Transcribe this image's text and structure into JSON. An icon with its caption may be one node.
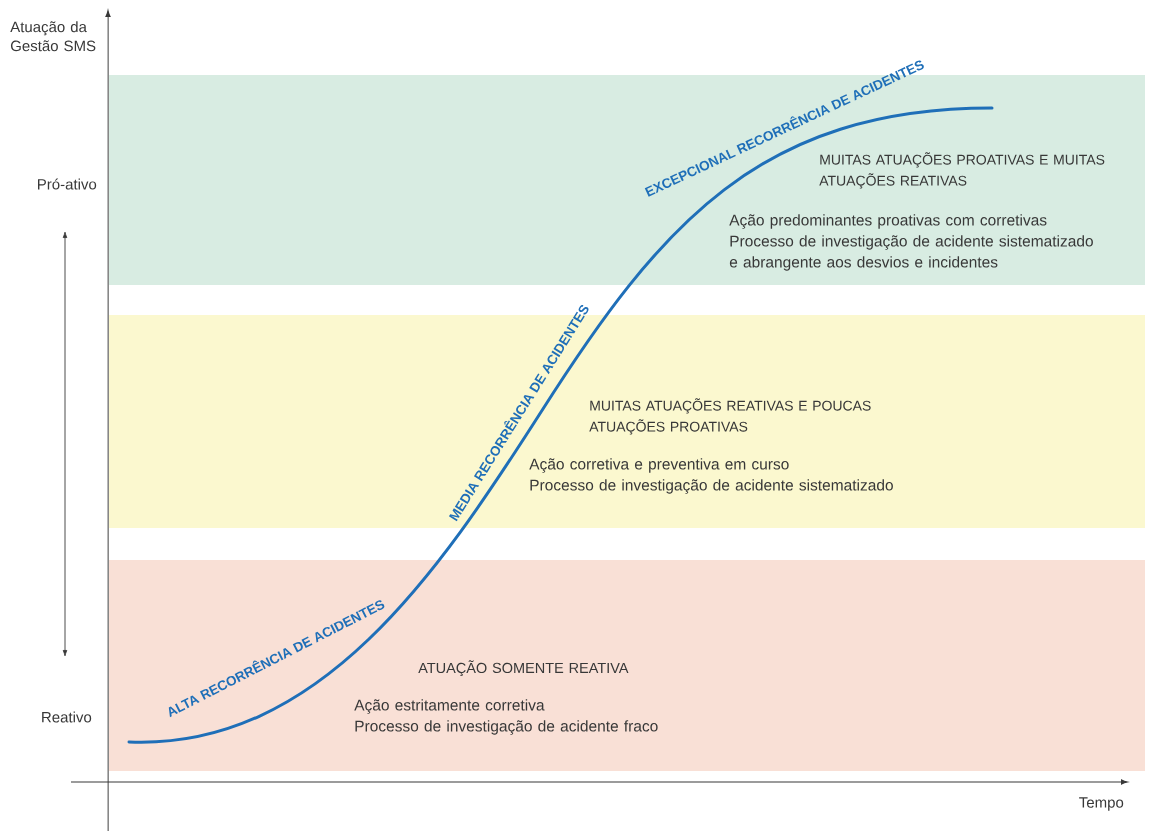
{
  "diagram": {
    "nodes": [
      {
        "text": [
          "MUITAS ATUAÇÕES PROATIVAS E MUITAS ATUAÇÕES REATIVAS",
          "Ação predominantes proativas com corretivas",
          "Processo de investigação de acidente sistematizado e abrangente aos desvios e incidentes"
        ]
      },
      {
        "text": [
          "MUITAS ATUAÇÕES REATIVAS E POUCAS ATUAÇÕES PROATIVAS",
          "Ação corretiva e preventiva em curso",
          "Processo de investigação de acidente sistematizado"
        ]
      },
      {
        "text": [
          "ATUAÇÃO SOMENTE REATIVA",
          "Ação estritamente corretiva",
          "Processo de investigação de acidente fraco"
        ]
      }
    ],
    "labels": [
      "Atuação da Gestão SMS",
      "Pró-ativo",
      "EXCEPCIONAL RECORRÊNCIA DE ACIDENTES",
      "MEDIA RECORRÊNCIA DE ACIDENTES",
      "ALTA RECORRÊNCIA DE ACIDENTES",
      "Reativo",
      "Tempo"
    ]
  }
}
